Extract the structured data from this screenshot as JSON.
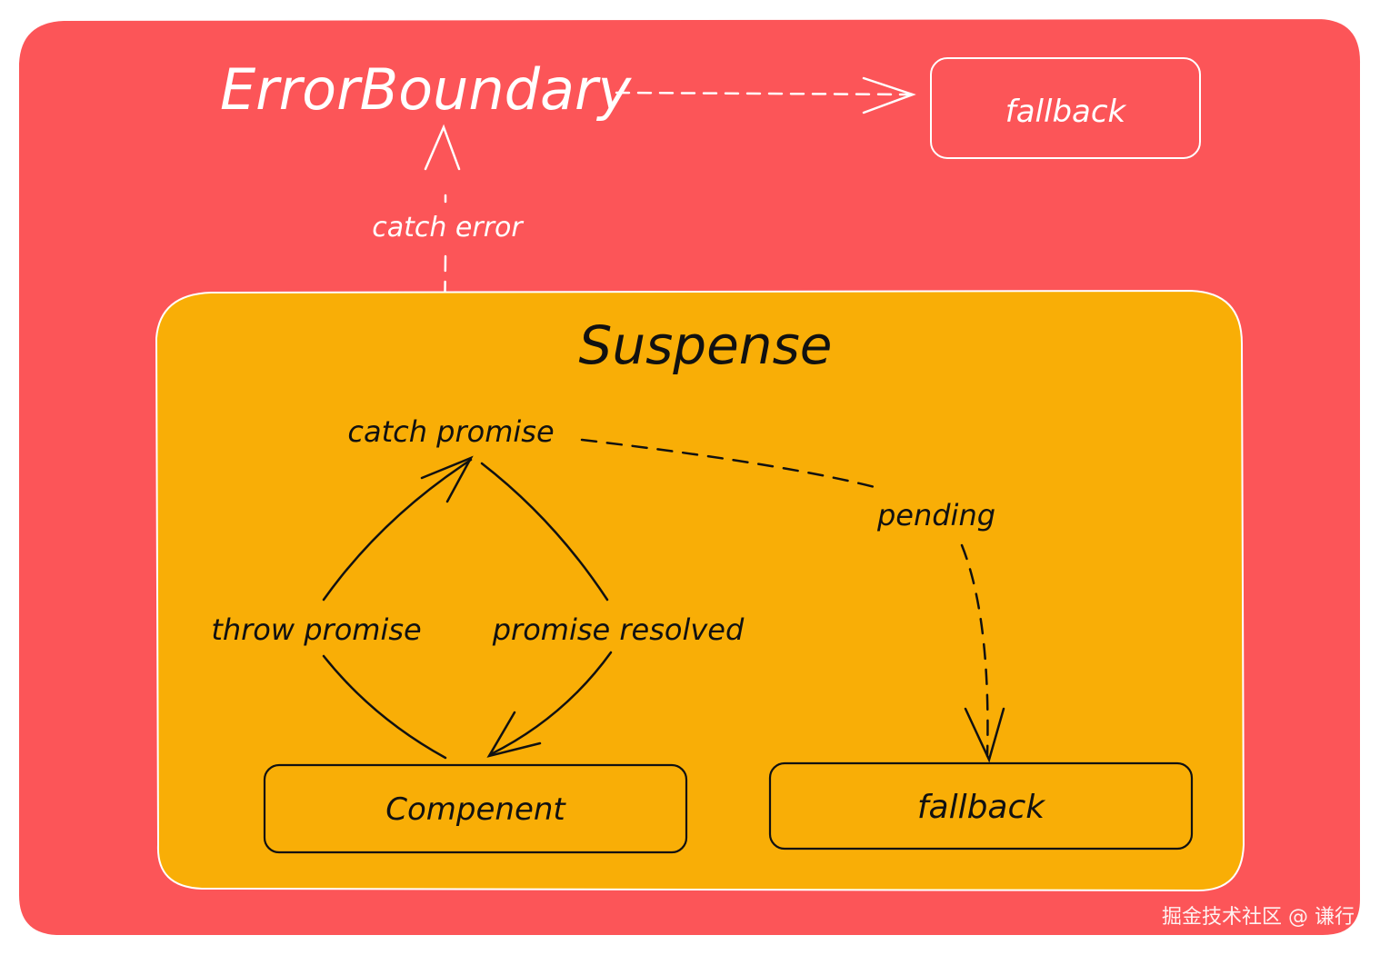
{
  "colors": {
    "outer_fill": "#fc5558",
    "inner_fill": "#f9ae06",
    "white_ink": "#ffffff",
    "dark_ink": "#111111"
  },
  "error_boundary": {
    "title": "ErrorBoundary",
    "fallback_label": "fallback",
    "catch_error_label": "catch error"
  },
  "suspense": {
    "title": "Suspense",
    "catch_promise_label": "catch promise",
    "throw_promise_label": "throw promise",
    "promise_resolved_label": "promise resolved",
    "pending_label": "pending",
    "component_label": "Compenent",
    "fallback_label": "fallback"
  },
  "watermark": "掘金技术社区 @ 谦行"
}
